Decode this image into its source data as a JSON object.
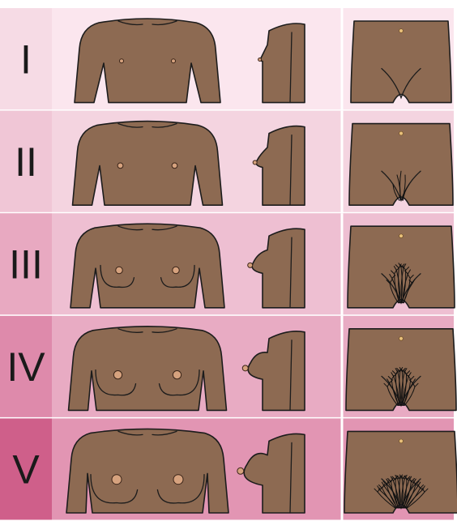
{
  "stages": [
    {
      "label": "I"
    },
    {
      "label": "II"
    },
    {
      "label": "III"
    },
    {
      "label": "IV"
    },
    {
      "label": "V"
    }
  ],
  "colors": {
    "skin": "#8d6a52",
    "outline": "#1c1c1c",
    "areola": "#d6a27e",
    "label_column": [
      "#f6dbe5",
      "#f0c6d6",
      "#e8a9c1",
      "#de8aab",
      "#cf5f8a"
    ],
    "row_bg": [
      "#fbe6ee",
      "#f4d4e0",
      "#eebfd2",
      "#e8abc3",
      "#e295b3"
    ],
    "grid_line": "#ffffff"
  }
}
